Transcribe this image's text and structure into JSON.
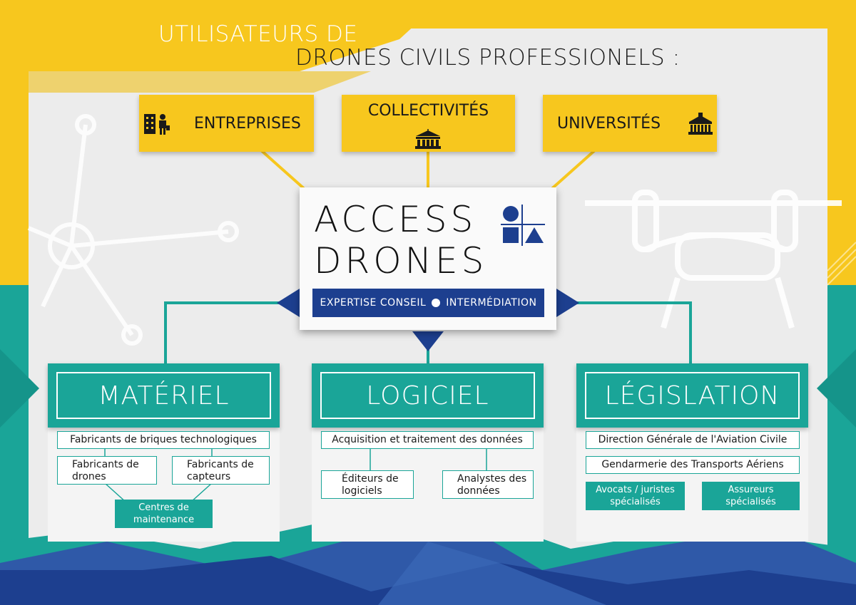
{
  "title": {
    "line1": "UTILISATEURS DE",
    "line2": "DRONES CIVILS PROFESSIONELS :"
  },
  "user_groups": [
    {
      "label": "ENTREPRISES",
      "icon": "business-person-icon"
    },
    {
      "label": "COLLECTIVITÉS",
      "icon": "town-hall-icon"
    },
    {
      "label": "UNIVERSITÉS",
      "icon": "university-icon"
    }
  ],
  "center": {
    "brand_line1": "ACCESS",
    "brand_line2": "DRONES",
    "tagline_left": "EXPERTISE CONSEIL",
    "tagline_right": "INTERMÉDIATION",
    "logo_icon": "shapes-logo-icon"
  },
  "categories": {
    "materiel": {
      "title": "MATÉRIEL",
      "top": "Fabricants de briques technologiques",
      "left": "Fabricants de drones",
      "right": "Fabricants de capteurs",
      "bottom": "Centres de maintenance"
    },
    "logiciel": {
      "title": "LOGICIEL",
      "top": "Acquisition et traitement des données",
      "left": "Éditeurs de logiciels",
      "right": "Analystes des données"
    },
    "legislation": {
      "title": "LÉGISLATION",
      "item1": "Direction Générale de l'Aviation Civile",
      "item2": "Gendarmerie des Transports Aériens",
      "left": "Avocats / juristes spécialisés",
      "right": "Assureurs spécialisés"
    }
  },
  "colors": {
    "yellow": "#f7c71e",
    "teal": "#1aa598",
    "navy": "#1d3f8f",
    "light_gray": "#efefef"
  }
}
